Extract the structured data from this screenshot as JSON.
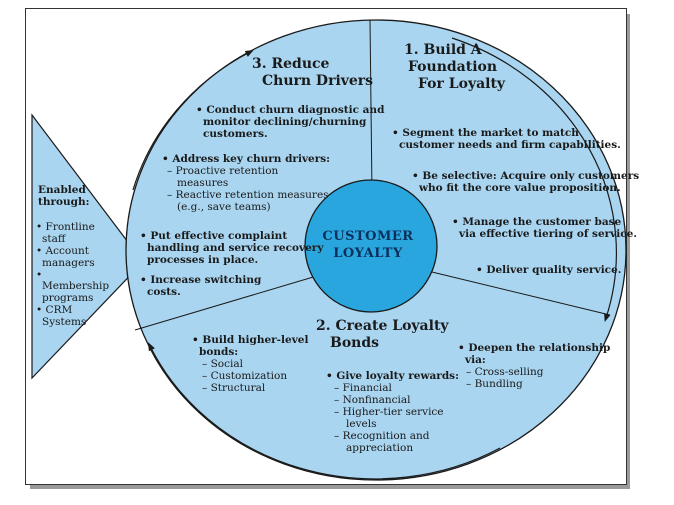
{
  "colors": {
    "fill": "#a9d5f0",
    "center": "#29a6dd",
    "outline": "#1a1a1a"
  },
  "center": {
    "line1": "CUSTOMER",
    "line2": "LOYALTY"
  },
  "enabled": {
    "title1": "Enabled",
    "title2": "through:",
    "items": [
      "• Frontline",
      "staff",
      "• Account",
      "managers",
      "• Membership",
      "programs",
      "• CRM",
      "Systems"
    ]
  },
  "section1": {
    "title": [
      "1. Build A",
      "Foundation",
      "For Loyalty"
    ],
    "b1": [
      "• Segment the market to match",
      "customer needs and firm capabilities."
    ],
    "b2": [
      "• Be selective: Acquire only customers",
      "who fit the core value proposition."
    ],
    "b3": [
      "• Manage the customer base",
      "via effective tiering of service."
    ],
    "b4": "• Deliver quality service."
  },
  "section2": {
    "title": [
      "2. Create Loyalty",
      "Bonds"
    ],
    "bonds": [
      "• Build higher-level",
      "bonds:"
    ],
    "bonds_sub": [
      "– Social",
      "– Customization",
      "– Structural"
    ],
    "rewards": "• Give loyalty rewards:",
    "rewards_sub": [
      "– Financial",
      "– Nonfinancial",
      "– Higher-tier service",
      "levels",
      "– Recognition and",
      "appreciation"
    ],
    "deepen": [
      "• Deepen the relationship",
      "via:"
    ],
    "deepen_sub": [
      "– Cross-selling",
      "– Bundling"
    ]
  },
  "section3": {
    "title": [
      "3. Reduce",
      "Churn Drivers"
    ],
    "b1": [
      "• Conduct churn diagnostic and",
      "monitor declining/churning",
      "customers."
    ],
    "b2": [
      "• Address key churn drivers:"
    ],
    "b2_sub": [
      "– Proactive retention",
      "measures",
      "– Reactive retention measures",
      "(e.g., save teams)"
    ],
    "b3": [
      "• Put effective complaint",
      "handling and service recovery",
      "processes in place."
    ],
    "b4": [
      "• Increase switching",
      "costs."
    ]
  }
}
